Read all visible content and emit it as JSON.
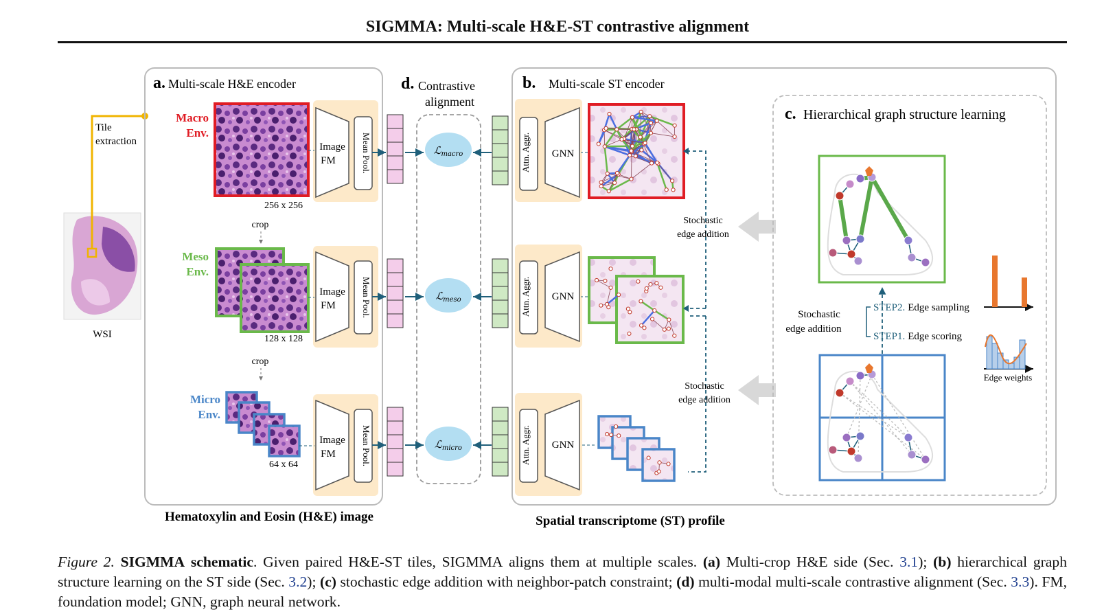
{
  "header": {
    "title": "SIGMMA: Multi-scale H&E-ST contrastive alignment"
  },
  "colors": {
    "macro": "#e01c24",
    "meso": "#6ab94a",
    "micro": "#4a86c8",
    "flow": "#1f5f7a",
    "tile_link": "#f0b400",
    "fm_bg": "#fde9c9",
    "emb_pink": "#f4cdea",
    "emb_green": "#cfe9c4",
    "loss": "#b3def2"
  },
  "panel_a": {
    "title_letter": "a.",
    "title": "Multi-scale H&E encoder",
    "tile_extraction": [
      "Tile",
      "extraction"
    ],
    "wsi": "WSI",
    "envs": [
      {
        "name": "Macro",
        "env": "Env.",
        "size": "256 x 256"
      },
      {
        "name": "Meso",
        "env": "Env.",
        "size": "128 x 128"
      },
      {
        "name": "Micro",
        "env": "Env.",
        "size": "64 x 64"
      }
    ],
    "crop": "crop",
    "fm": [
      "Image",
      "FM"
    ],
    "pool": "Mean Pool.",
    "footer": "Hematoxylin and Eosin (H&E) image"
  },
  "panel_d": {
    "title_letter": "d.",
    "title": [
      "Contrastive",
      "alignment"
    ],
    "losses": [
      "macro",
      "meso",
      "micro"
    ],
    "loss_symbol": "ℒ"
  },
  "panel_b": {
    "title_letter": "b.",
    "title": "Multi-scale ST encoder",
    "attn": "Attn. Aggr.",
    "gnn": "GNN",
    "stochastic": [
      "Stochastic",
      "edge addition"
    ],
    "footer": "Spatial transcriptome (ST) profile"
  },
  "panel_c": {
    "title_letter": "c.",
    "title": "Hierarchical graph structure learning",
    "stochastic": [
      "Stochastic",
      "edge addition"
    ],
    "step2_prefix": "STEP2.",
    "step2": "Edge sampling",
    "step1_prefix": "STEP1.",
    "step1": "Edge scoring",
    "edge_weights": "Edge weights"
  },
  "caption": {
    "fig": "Figure 2.",
    "name": "SIGMMA",
    "schematic": "schematic",
    "s1": ". Given paired H&E-ST tiles, ",
    "name2": "SIGMMA",
    "s2": " aligns them at multiple scales. ",
    "a": "(a)",
    "s3": " Multi-crop H&E side (Sec. ",
    "ref1": "3.1",
    "s4": "); ",
    "b": "(b)",
    "s5": " hierarchical graph structure learning on the ST side (Sec. ",
    "ref2": "3.2",
    "s6": "); ",
    "c": "(c)",
    "s7": " stochastic edge addition with neighbor-patch constraint; ",
    "d": "(d)",
    "s8": " multi-modal multi-scale contrastive alignment (Sec. ",
    "ref3": "3.3",
    "s9": "). FM, foundation model; GNN, graph neural network."
  }
}
